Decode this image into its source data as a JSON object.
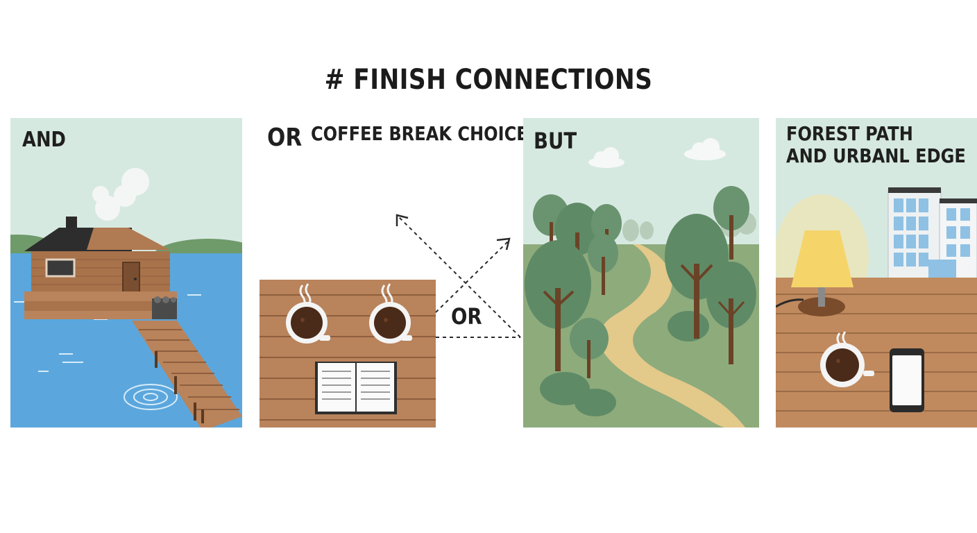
{
  "page": {
    "title": "# FINISH CONNECTIONS"
  },
  "panels": {
    "and": {
      "label": "AND"
    },
    "coffee": {
      "or_label": "OR",
      "caption": "COFFEE BREAK CHOICES",
      "center_or": "OR"
    },
    "but": {
      "label": "BUT"
    },
    "urban": {
      "label_line1": "FOREST PATH",
      "label_line2": "AND URBANL EDGE"
    }
  },
  "icons": [
    "sauna-cabin-icon",
    "steam-cloud-icon",
    "pier-icon",
    "water-ripple-icon",
    "coffee-cup-icon",
    "open-book-icon",
    "dashed-arrow-icon",
    "tree-icon",
    "path-icon",
    "cloud-icon",
    "table-lamp-icon",
    "building-icon",
    "smartphone-icon"
  ],
  "colors": {
    "sky": "#d6e9e1",
    "water": "#5ba7dd",
    "wood_light": "#b9835b",
    "wood_plank": "#c08a5e",
    "tree_green": "#5f8a66",
    "grass": "#8eab7c",
    "path": "#e3c98a",
    "lamp_glow": "#f5d46a"
  }
}
